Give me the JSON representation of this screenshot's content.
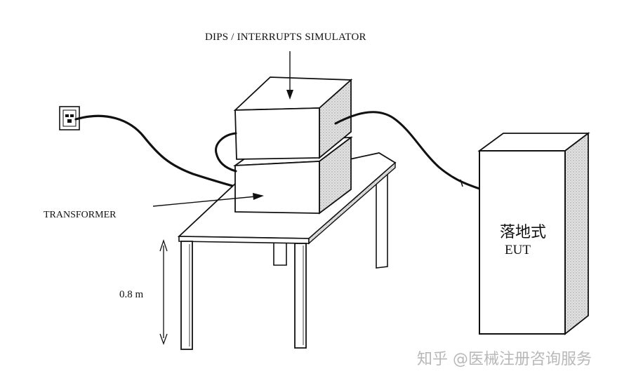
{
  "labels": {
    "simulator": "DIPS / INTERRUPTS SIMULATOR",
    "transformer": "TRANSFORMER",
    "height": "0.8 m",
    "eut_line1": "落地式",
    "eut_line2": "EUT"
  },
  "watermark": "知乎 @医械注册咨询服务",
  "icons": [
    "wall-socket-icon"
  ],
  "colors": {
    "ink": "#111111",
    "shade_light": "#d9d9d9",
    "shade_dark": "#bdbdbd",
    "watermark": "#b8b8b8"
  }
}
